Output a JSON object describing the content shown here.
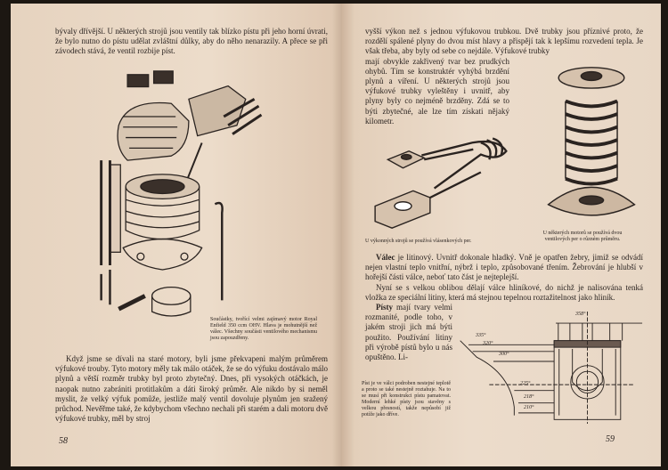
{
  "left_page": {
    "top_paragraph": "bývaly dřívější. U některých strojů jsou ventily tak blízko pístu při jeho horní úvrati, že bylo nutno do pístu udělat zvláštní důlky, aby do něho nenarazily. A přece se při závodech stává, že ventil rozbije píst.",
    "figure_caption": "Součástky, tvořící velmi zajímavý motor Royal Enfield 350 ccm OHV. Hlava je mohutnější než válec. Všechny součásti ventilového mechanismu jsou zapouzdřeny.",
    "body_paragraph": "Když jsme se dívali na staré motory, byli jsme překvapeni malým průměrem výfukové trouby. Tyto motory měly tak málo otáček, že se do výfuku dostávalo málo plynů a větší rozměr trubky byl proto zbytečný. Dnes, při vysokých otáčkách, je naopak nutno zabrániti protitlakům a dáti široký průměr. Ale nikdo by si neměl myslit, že velký výfuk pomůže, jestliže malý ventil dovoluje plynům jen sražený průchod. Nevěřme také, že kdybychom všechno nechali při starém a dali motoru dvě výfukové trubky, měl by stroj",
    "page_number": "58"
  },
  "right_page": {
    "top_paragraph_full": "vyšší výkon než s jednou výfukovou trubkou. Dvě trubky jsou příznivé proto, že rozdělí spálené plyny do dvou míst hlavy a přispějí tak k lepšímu rozvedení tepla. Je však třeba, aby byly od sebe co nejdále. Výfukové trubky",
    "top_paragraph_narrow": "mají obvykle zakřivený tvar bez prudkých ohybů. Tím se konstruktér vyhýbá brzdění plynů a víření. U některých strojů jsou výfukové trubky vyleštěny i uvnitř, aby plyny byly co nejméně brzděny. Zdá se to býti zbytečné, ale lze tím získati nějaký kilometr.",
    "caption_hairpin": "U výkonných strojů se používá vlásenkových per.",
    "caption_spring": "U některých motorů se používá dvou ventilových per o různém průměru.",
    "valce_bold": "Válec",
    "valce_text": " je litinový. Uvnitř dokonale hladký. Vně je opatřen žebry, jimiž se odvádí nejen vlastní teplo vnitřní, nýbrž i teplo, způsobované třením. Žebrování je hlubší v hořejší části válce, neboť tato část je nejteplejší.",
    "hlinik_text": "Nyní se s velkou oblibou dělají válce hliníkové, do nichž je nalisována tenká vložka ze speciální litiny, která má stejnou tepelnou roztažitelnost jako hliník.",
    "pisty_bold": "Písty",
    "pisty_text": " mají tvary velmi rozmanité, podle toho, v jakém stroji jich má býti použito. Používání litiny při výrobě pístů bylo u nás opuštěno. Li-",
    "piston_caption": "Píst je ve válci podroben nestejné teplotě a proto se také nestejně roztahuje. Na to se musí při konstrukci pístu pamatovat. Moderní lehké písty jsou stavěny s velkou přesností, takže nepůsobí již potíže jako dříve.",
    "diagram_labels": {
      "top": "358°",
      "l1": "335°",
      "l2": "320°",
      "l3": "300°",
      "l4": "225°",
      "l5": "218°",
      "l6": "210°"
    },
    "page_number": "59"
  }
}
